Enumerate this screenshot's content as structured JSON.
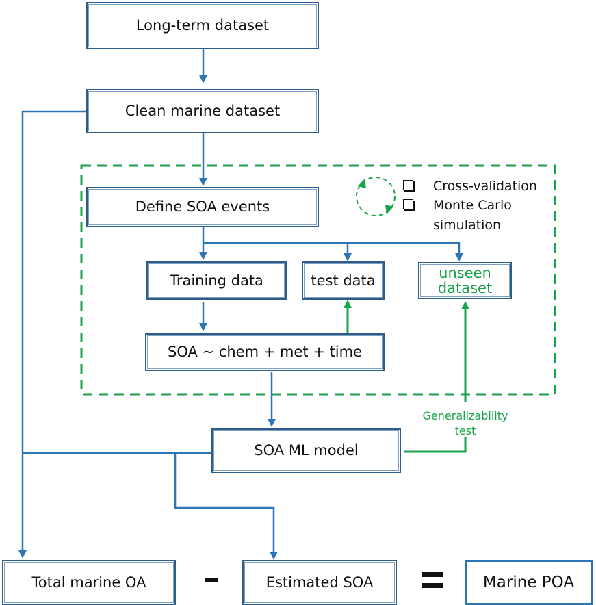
{
  "colors": {
    "flow": "#2e75b6",
    "validation": "#19a34a",
    "text": "#111111"
  },
  "boxes": {
    "long_term": "Long-term dataset",
    "clean_marine": "Clean marine dataset",
    "define_soa": "Define SOA events",
    "training": "Training data",
    "test": "test data",
    "unseen": "unseen dataset",
    "model_formula": "SOA ~ chem + met + time",
    "ml_model": "SOA ML model",
    "total_oa": "Total marine OA",
    "estimated_soa": "Estimated SOA",
    "marine_poa": "Marine POA"
  },
  "validation_legend": {
    "items": [
      "Cross-validation",
      "Monte Carlo",
      "simulation"
    ]
  },
  "annotations": {
    "generalizability_1": "Generalizability",
    "generalizability_2": "test"
  },
  "operators": {
    "minus": "-",
    "equals": "="
  }
}
